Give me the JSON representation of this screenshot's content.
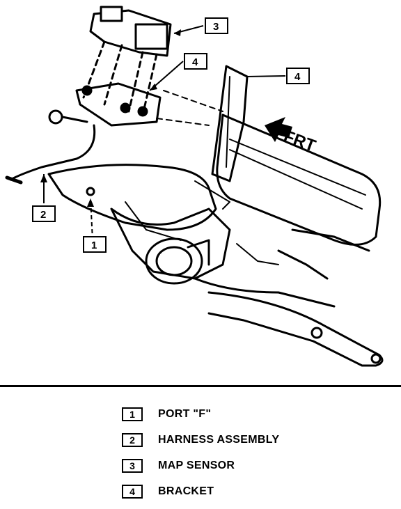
{
  "diagram": {
    "direction_label": "FRT",
    "callouts": [
      "1",
      "2",
      "3",
      "4",
      "4"
    ]
  },
  "legend": [
    {
      "number": "1",
      "text": "PORT \"F\""
    },
    {
      "number": "2",
      "text": "HARNESS ASSEMBLY"
    },
    {
      "number": "3",
      "text": "MAP SENSOR"
    },
    {
      "number": "4",
      "text": "BRACKET"
    }
  ]
}
